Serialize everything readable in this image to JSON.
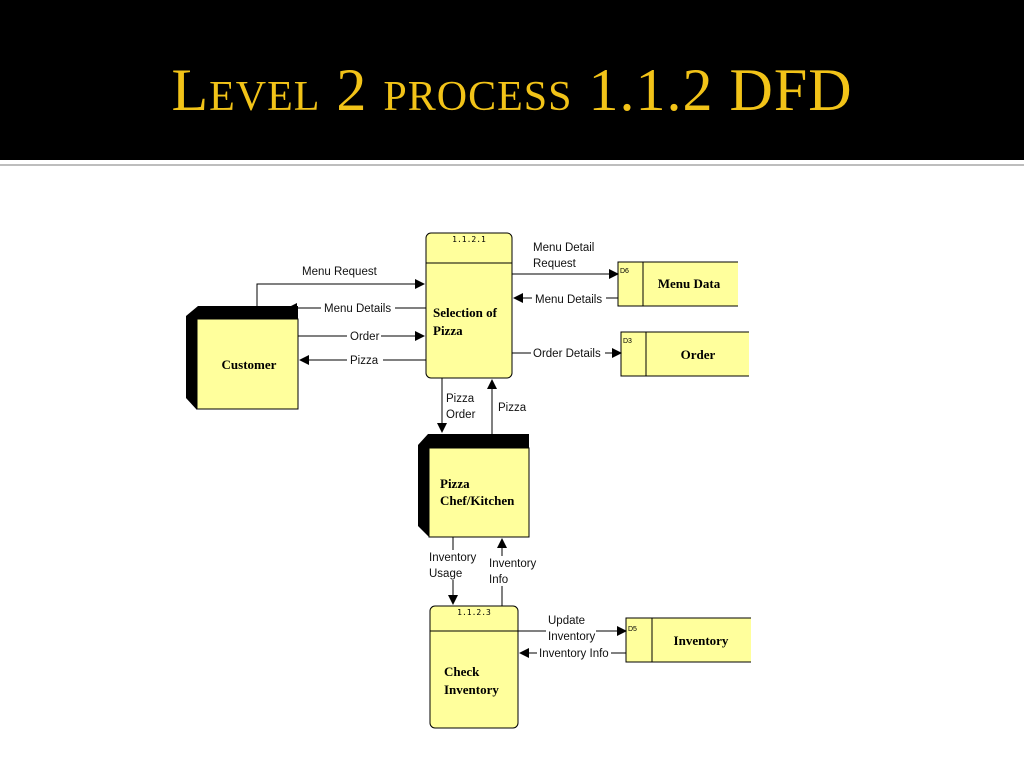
{
  "slide": {
    "title": "Level 2 process 1.1.2 DFD"
  },
  "colors": {
    "title": "#f2c318",
    "box_fill": "#ffff9c",
    "background": "#000000"
  },
  "diagram": {
    "entities": {
      "customer": "Customer",
      "chef": [
        "Pizza",
        "Chef/Kitchen"
      ]
    },
    "processes": {
      "selection": {
        "id": "1.1.2.1",
        "name": [
          "Selection of",
          "Pizza"
        ]
      },
      "check": {
        "id": "1.1.2.3",
        "name": [
          "Check",
          "Inventory"
        ]
      }
    },
    "stores": {
      "menu": {
        "id": "D6",
        "name": "Menu Data"
      },
      "order": {
        "id": "D3",
        "name": "Order"
      },
      "inventory": {
        "id": "D5",
        "name": "Inventory"
      }
    },
    "flows": {
      "menu_request": "Menu Request",
      "menu_details_customer": "Menu Details",
      "order": "Order",
      "pizza_customer": "Pizza",
      "menu_detail_request": [
        "Menu Detail",
        "Request"
      ],
      "menu_details_store": "Menu Details",
      "order_details": "Order Details",
      "pizza_order": [
        "Pizza",
        "Order"
      ],
      "pizza_kitchen": "Pizza",
      "inventory_usage": [
        "Inventory",
        "Usage"
      ],
      "inventory_info_up": [
        "Inventory",
        "Info"
      ],
      "update_inventory": [
        "Update",
        "Inventory"
      ],
      "inventory_info_left": "Inventory Info"
    }
  }
}
